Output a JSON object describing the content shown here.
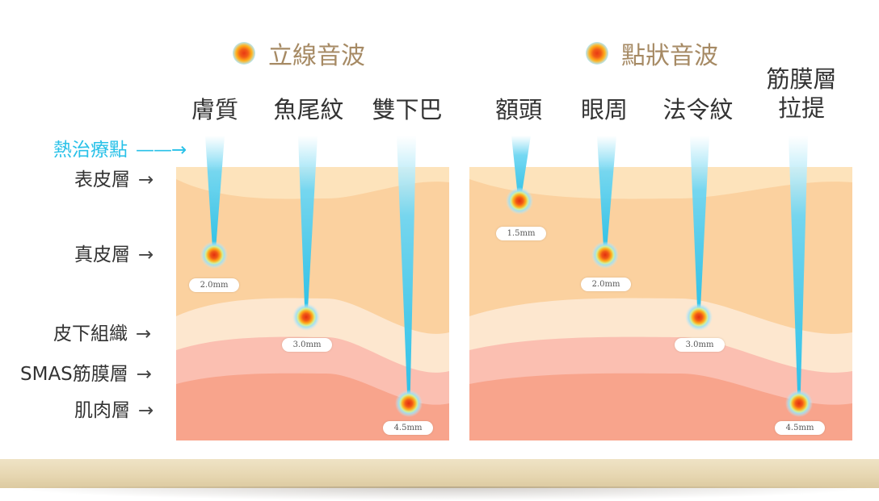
{
  "legend": {
    "linear": "立線音波",
    "dot": "點狀音波"
  },
  "hot_spot_label": "熱治療點",
  "layers": [
    "表皮層",
    "真皮層",
    "皮下組織",
    "SMAS筋膜層",
    "肌肉層"
  ],
  "arrow": "→",
  "panels": [
    {
      "name": "linear",
      "columns": [
        {
          "label": [
            "膚質"
          ],
          "depth": "2.0mm"
        },
        {
          "label": [
            "魚尾紋"
          ],
          "depth": "3.0mm"
        },
        {
          "label": [
            "雙下巴"
          ],
          "depth": "4.5mm"
        }
      ]
    },
    {
      "name": "dot",
      "columns": [
        {
          "label": [
            "額頭"
          ],
          "depth": "1.5mm"
        },
        {
          "label": [
            "眼周"
          ],
          "depth": "2.0mm"
        },
        {
          "label": [
            "法令紋"
          ],
          "depth": "3.0mm"
        },
        {
          "label": [
            "筋膜層",
            "拉提"
          ],
          "depth": "4.5mm"
        }
      ]
    }
  ],
  "colors": {
    "legend_text": "#a68a64",
    "hot_spot_text": "#29c1e8",
    "beam": "#2ec3ea",
    "epidermis": "#fde3bb",
    "dermis": "#fbd19f",
    "subcutaneous": "#fde7cf",
    "smas": "#fbbfb1",
    "muscle": "#f8a48c",
    "footer": "#e7d7b2"
  }
}
